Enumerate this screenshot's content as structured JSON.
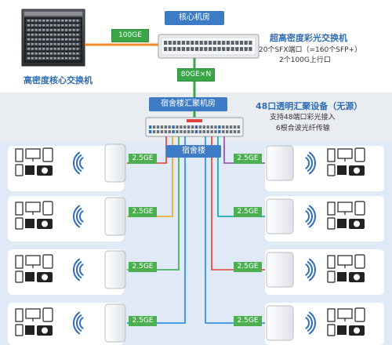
{
  "core": {
    "room_label": "核心机房",
    "core_switch_label": "高密度核心交换机",
    "link_100ge": "100GE",
    "link_80ge": "80GE×N"
  },
  "color_switch": {
    "title": "超高密度彩光交换机",
    "line1": "20个SFX端口（=160个SFP+）",
    "line2": "2个100G上行口"
  },
  "aggregation": {
    "room_label": "宿舍楼汇聚机房",
    "title": "48口透明汇聚设备（无源）",
    "line1": "支持48端口彩光接入",
    "line2": "6根合波光纤传输"
  },
  "dorm": {
    "label": "宿舍楼",
    "link_label": "2.5GE"
  },
  "colors": {
    "accent": "#2f6db5",
    "header_bg": "#3d7cc4",
    "green": "#4caf50",
    "link_orange": "#f08a2c",
    "link_green": "#3aa648"
  }
}
